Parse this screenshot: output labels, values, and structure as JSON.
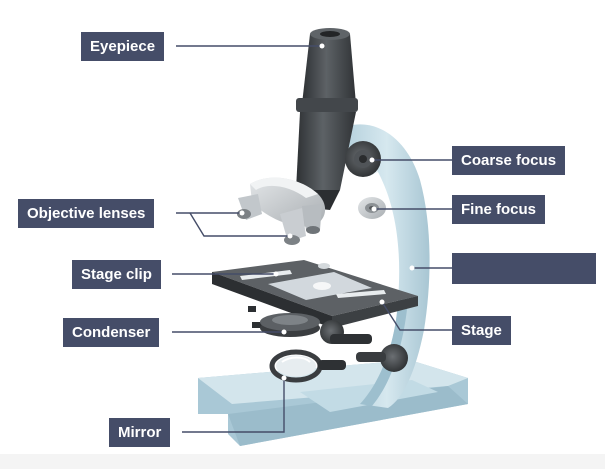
{
  "labels": {
    "eyepiece": "Eyepiece",
    "coarse_focus": "Coarse focus",
    "objective_lenses": "Objective lenses",
    "fine_focus": "Fine focus",
    "stage_clip": "Stage clip",
    "condenser": "Condenser",
    "stage": "Stage",
    "mirror": "Mirror",
    "arm": ""
  },
  "colors": {
    "label_bg": "#454d68",
    "label_text": "#ffffff",
    "frame_light": "#c9dfe9",
    "frame_mid": "#a9c8d6",
    "metal_dark": "#3d4043",
    "metal_mid": "#5c6064",
    "lens_light": "#cfd3d6",
    "leader_line": "#454d68"
  }
}
